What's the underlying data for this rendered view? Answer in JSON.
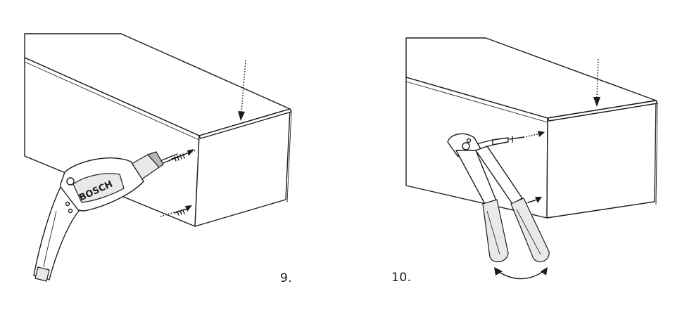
{
  "steps": [
    {
      "number": "9.",
      "brand_on_tool": "BOSCH",
      "tool": "drill-icon"
    },
    {
      "number": "10.",
      "tool": "rivet-gun-icon"
    }
  ]
}
